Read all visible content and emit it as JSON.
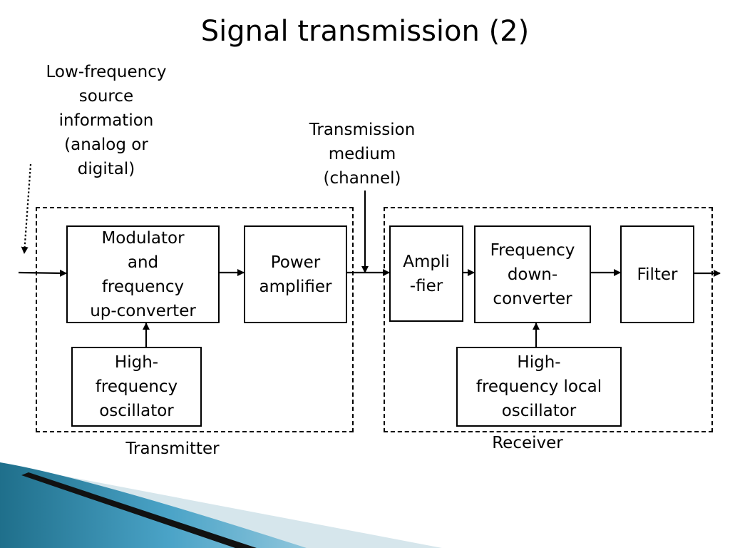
{
  "slide": {
    "title": "Signal transmission (2)"
  },
  "annotations": {
    "source_info": "Low-frequency\nsource\ninformation\n(analog or\ndigital)",
    "medium": "Transmission\nmedium\n(channel)"
  },
  "transmitter": {
    "label": "Transmitter",
    "blocks": {
      "modulator": "Modulator\nand\nfrequency\nup-converter",
      "power_amplifier": "Power\namplifier",
      "oscillator": "High-\nfrequency\noscillator"
    }
  },
  "receiver": {
    "label": "Receiver",
    "blocks": {
      "amplifier": "Ampli\n-fier",
      "down_converter": "Frequency\ndown-\nconverter",
      "filter": "Filter",
      "local_oscillator": "High-\nfrequency local\noscillator"
    }
  },
  "colors": {
    "wave_dark": "#1f6f8b",
    "wave_mid": "#4aa3c7",
    "wave_light": "#cfe3ea"
  }
}
